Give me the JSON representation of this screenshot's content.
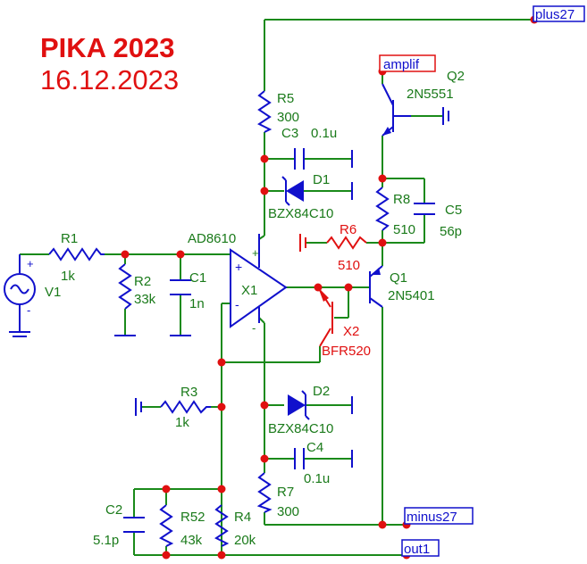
{
  "title": {
    "line1": "PIKA 2023",
    "line2": "16.12.2023",
    "color": "#e01010"
  },
  "nets": {
    "plus": "plus27",
    "minus": "minus27",
    "out": "out1",
    "amplif": "amplif"
  },
  "components": {
    "V1": "V1",
    "R1": {
      "ref": "R1",
      "value": "1k"
    },
    "R2": {
      "ref": "R2",
      "value": "33k"
    },
    "C1": {
      "ref": "C1",
      "value": "1n"
    },
    "X1": {
      "ref": "X1",
      "model": "AD8610"
    },
    "R3": {
      "ref": "R3",
      "value": "1k"
    },
    "C2": {
      "ref": "C2",
      "value": "5.1p"
    },
    "R52": {
      "ref": "R52",
      "value": "43k"
    },
    "R4": {
      "ref": "R4",
      "value": "20k"
    },
    "R5": {
      "ref": "R5",
      "value": "300"
    },
    "C3": {
      "ref": "C3",
      "value": "0.1u"
    },
    "D1": {
      "ref": "D1",
      "model": "BZX84C10"
    },
    "D2": {
      "ref": "D2",
      "model": "BZX84C10"
    },
    "C4": {
      "ref": "C4",
      "value": "0.1u"
    },
    "R7": {
      "ref": "R7",
      "value": "300"
    },
    "Q2": {
      "ref": "Q2",
      "model": "2N5551"
    },
    "R8": {
      "ref": "R8",
      "value": "510"
    },
    "C5": {
      "ref": "C5",
      "value": "56p"
    },
    "R6": {
      "ref": "R6",
      "value": "510"
    },
    "Q1": {
      "ref": "Q1",
      "model": "2N5401"
    },
    "X2": {
      "ref": "X2",
      "model": "BFR520"
    }
  },
  "signs": {
    "plus": "+",
    "minus": "-"
  },
  "colors": {
    "wire": "#1a8a1a",
    "part": "#1010cc",
    "highlight": "#e01010",
    "node": "#e01010"
  }
}
